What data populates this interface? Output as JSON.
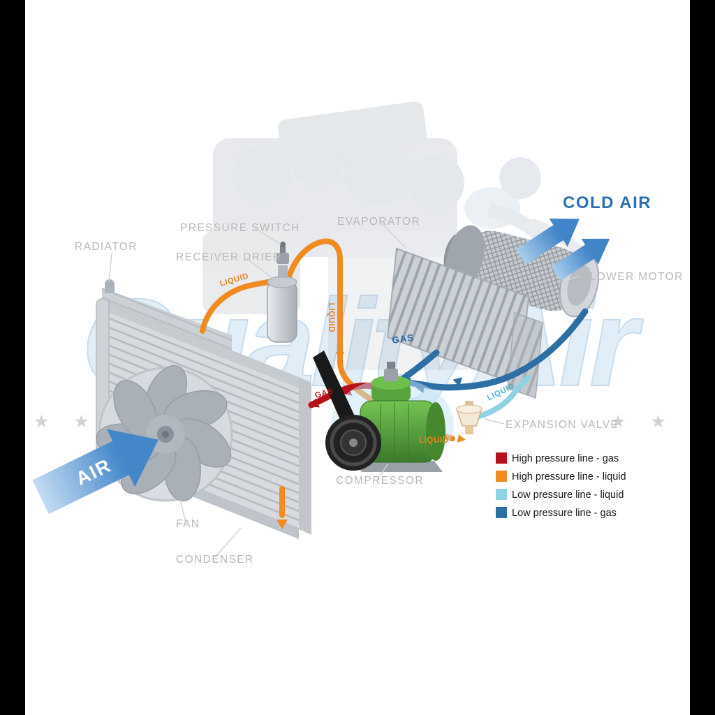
{
  "watermark": {
    "text": "QualityAir",
    "stars_left": "★ ★ ★",
    "stars_right": "★ ★ ★"
  },
  "headings": {
    "cold_air": "COLD AIR",
    "air": "AIR"
  },
  "component_labels": {
    "radiator": "RADIATOR",
    "pressure_switch": "PRESSURE SWITCH",
    "receiver_drier": "RECEIVER DRIER",
    "evaporator": "EVAPORATOR",
    "blower_motor": "BLOWER MOTOR",
    "expansion_valve": "EXPANSION VALVE",
    "compressor": "COMPRESSOR",
    "fan": "FAN",
    "condenser": "CONDENSER"
  },
  "pipe_labels": {
    "liquid_condenser_to_drier": "LIQUID",
    "liquid_vertical_run": "LIQUID",
    "gas_high_pressure": "GAS",
    "gas_low_pressure": "GAS",
    "liquid_low_pressure": "LIQUID",
    "liquid_to_expansion_valve": "LIQUID"
  },
  "legend": {
    "items": [
      {
        "label": "High pressure line - gas",
        "color": "#b5121b"
      },
      {
        "label": "High pressure line - liquid",
        "color": "#ef8b20"
      },
      {
        "label": "Low pressure line - liquid",
        "color": "#8fd2e3"
      },
      {
        "label": "Low pressure line - gas",
        "color": "#2d6ea5"
      }
    ]
  }
}
